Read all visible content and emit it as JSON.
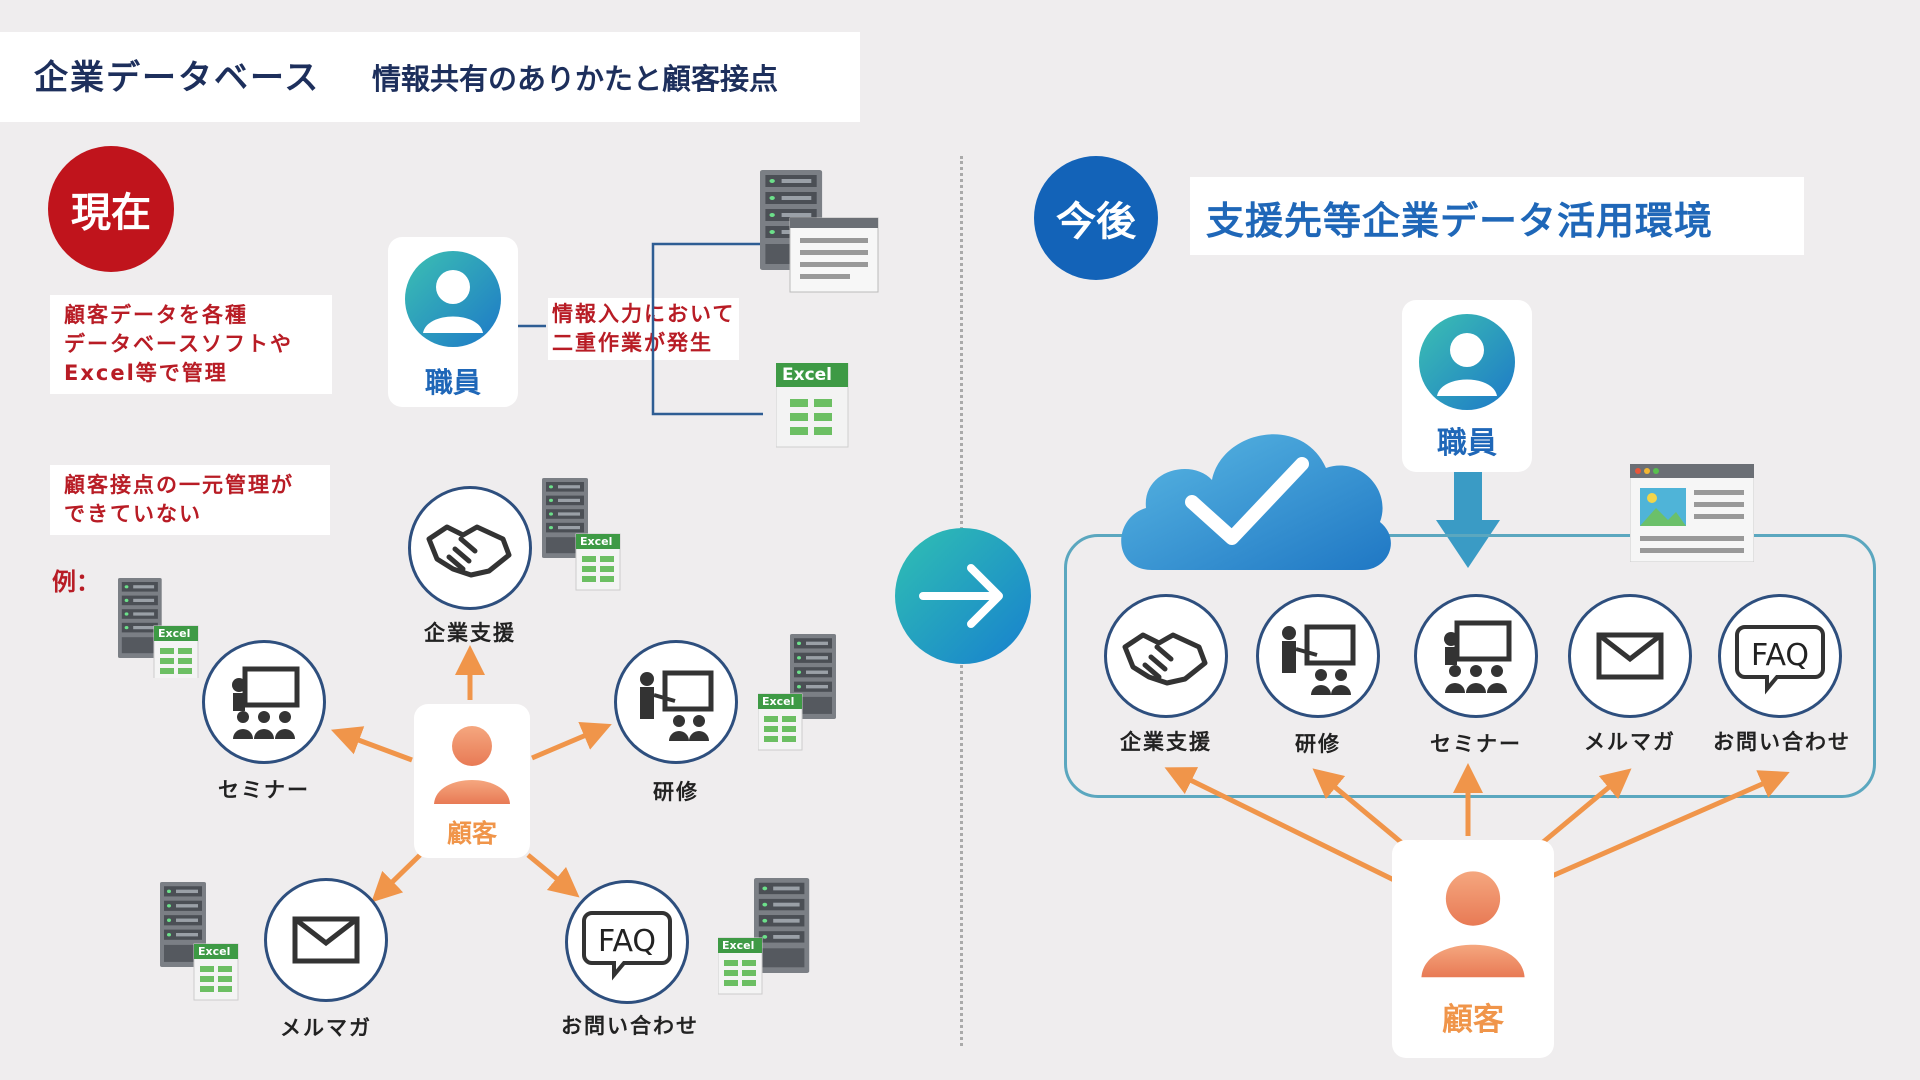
{
  "header": {
    "title": "企業データベース",
    "subtitle": "情報共有のありかたと顧客接点"
  },
  "current": {
    "badge": "現在",
    "note1": [
      "顧客データを各種",
      "データベースソフトや",
      "Excel等で管理"
    ],
    "note2": [
      "顧客接点の一元管理が",
      "できていない"
    ],
    "example_label": "例：",
    "staff_label": "職員",
    "dup_note": [
      "情報入力において",
      "二重作業が発生"
    ],
    "customer_label": "顧客",
    "nodes": {
      "support": "企業支援",
      "seminar": "セミナー",
      "training": "研修",
      "mail": "メルマガ",
      "faq": "お問い合わせ"
    }
  },
  "future": {
    "badge": "今後",
    "title": "支援先等企業データ活用環境",
    "staff_label": "職員",
    "customer_label": "顧客",
    "nodes": [
      "企業支援",
      "研修",
      "セミナー",
      "メルマガ",
      "お問い合わせ"
    ]
  },
  "icons": {
    "excel_label": "Excel",
    "faq_text": "FAQ"
  },
  "colors": {
    "navy": "#1d2f5c",
    "red": "#c0141c",
    "orange": "#f0954a",
    "blue_badge": "#1363b8",
    "teal": "#2aa6b8",
    "node_border": "#2e4f7e",
    "excel_green": "#3e9a45"
  }
}
